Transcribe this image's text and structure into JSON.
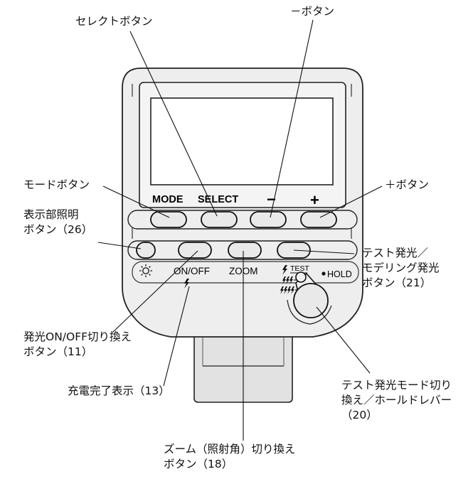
{
  "callouts": {
    "select_button": "セレクトボタン",
    "minus_button": "－ボタン",
    "mode_button": "モードボタン",
    "plus_button": "＋ボタン",
    "display_light_button": "表示部照明\nボタン（26）",
    "test_fire_button": "テスト発光／\nモデリング発光\nボタン（21）",
    "flash_onoff_button": "発光ON/OFF切り換え\nボタン（11）",
    "charge_indicator": "充電完了表示（13）",
    "test_mode_lever": "テスト発光モード切り\n換え／ホールドレバー\n（20）",
    "zoom_button": "ズーム（照射角）切り換え\nボタン（18）"
  },
  "panel": {
    "mode": "MODE",
    "select": "SELECT",
    "minus": "−",
    "plus": "+",
    "onoff": "ON/OFF",
    "zoom": "ZOOM",
    "test": "TEST",
    "hold": "HOLD"
  }
}
